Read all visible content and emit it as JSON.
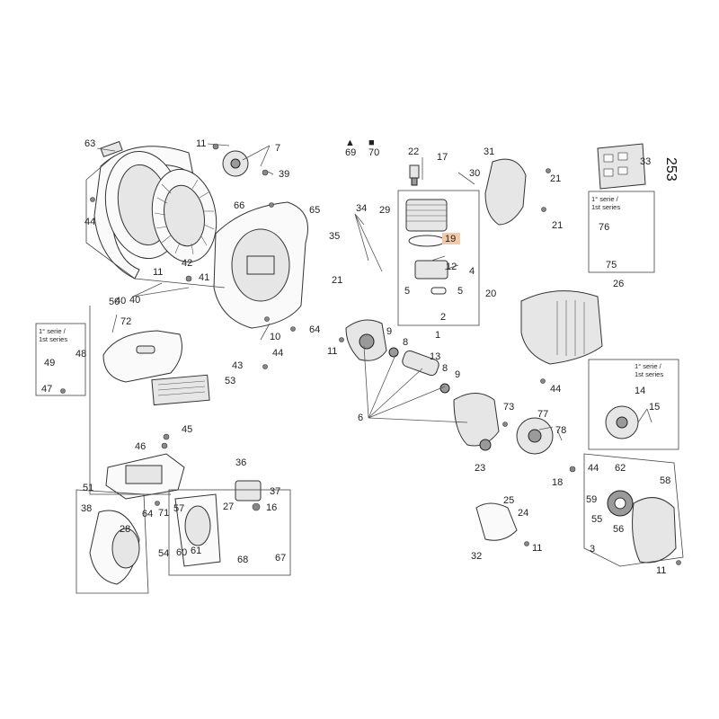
{
  "page": {
    "number": "253"
  },
  "markers": {
    "triangle": "▲",
    "square": "■",
    "triangle_ref": "69",
    "square_ref": "70"
  },
  "notes": {
    "series_a": "1° serie /",
    "series_b": "1st series"
  },
  "highlight": {
    "label": "19",
    "color": "#f3c9a6"
  },
  "callouts": [
    "63",
    "11",
    "7",
    "39",
    "44",
    "66",
    "65",
    "42",
    "11",
    "41",
    "40",
    "40",
    "34",
    "29",
    "35",
    "21",
    "69",
    "70",
    "22",
    "17",
    "30",
    "31",
    "21",
    "21",
    "33",
    "76",
    "75",
    "19",
    "12",
    "5",
    "5",
    "4",
    "20",
    "2",
    "26",
    "50",
    "72",
    "49",
    "48",
    "47",
    "53",
    "45",
    "46",
    "10",
    "64",
    "43",
    "44",
    "11",
    "9",
    "8",
    "1",
    "13",
    "8",
    "9",
    "6",
    "73",
    "77",
    "78",
    "14",
    "15",
    "44",
    "23",
    "18",
    "44",
    "62",
    "58",
    "59",
    "55",
    "56",
    "3",
    "11",
    "36",
    "37",
    "27",
    "16",
    "25",
    "24",
    "11",
    "32",
    "51",
    "38",
    "28",
    "64",
    "71",
    "54",
    "57",
    "60",
    "61",
    "68",
    "67"
  ]
}
